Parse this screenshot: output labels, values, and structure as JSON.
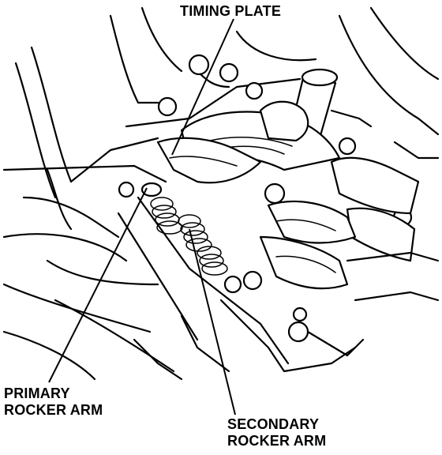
{
  "labels": {
    "timing_plate": "TIMING PLATE",
    "primary_line1": "PRIMARY",
    "primary_line2": "ROCKER ARM",
    "secondary_line1": "SECONDARY",
    "secondary_line2": "ROCKER ARM"
  }
}
